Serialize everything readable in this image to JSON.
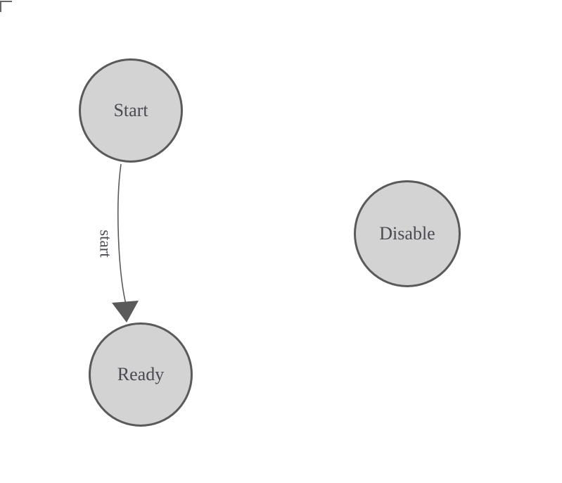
{
  "diagram": {
    "nodes": [
      {
        "id": "start",
        "label": "Start"
      },
      {
        "id": "ready",
        "label": "Ready"
      },
      {
        "id": "disable",
        "label": "Disable"
      }
    ],
    "edges": [
      {
        "from": "Start",
        "to": "Ready",
        "label": "start"
      }
    ],
    "colors": {
      "node_fill": "#d3d3d3",
      "node_stroke": "#5a5a5a",
      "edge_stroke": "#5a5a5a",
      "label_text": "#4a4a52",
      "origin_marker": "#666666",
      "background": "#ffffff"
    }
  }
}
